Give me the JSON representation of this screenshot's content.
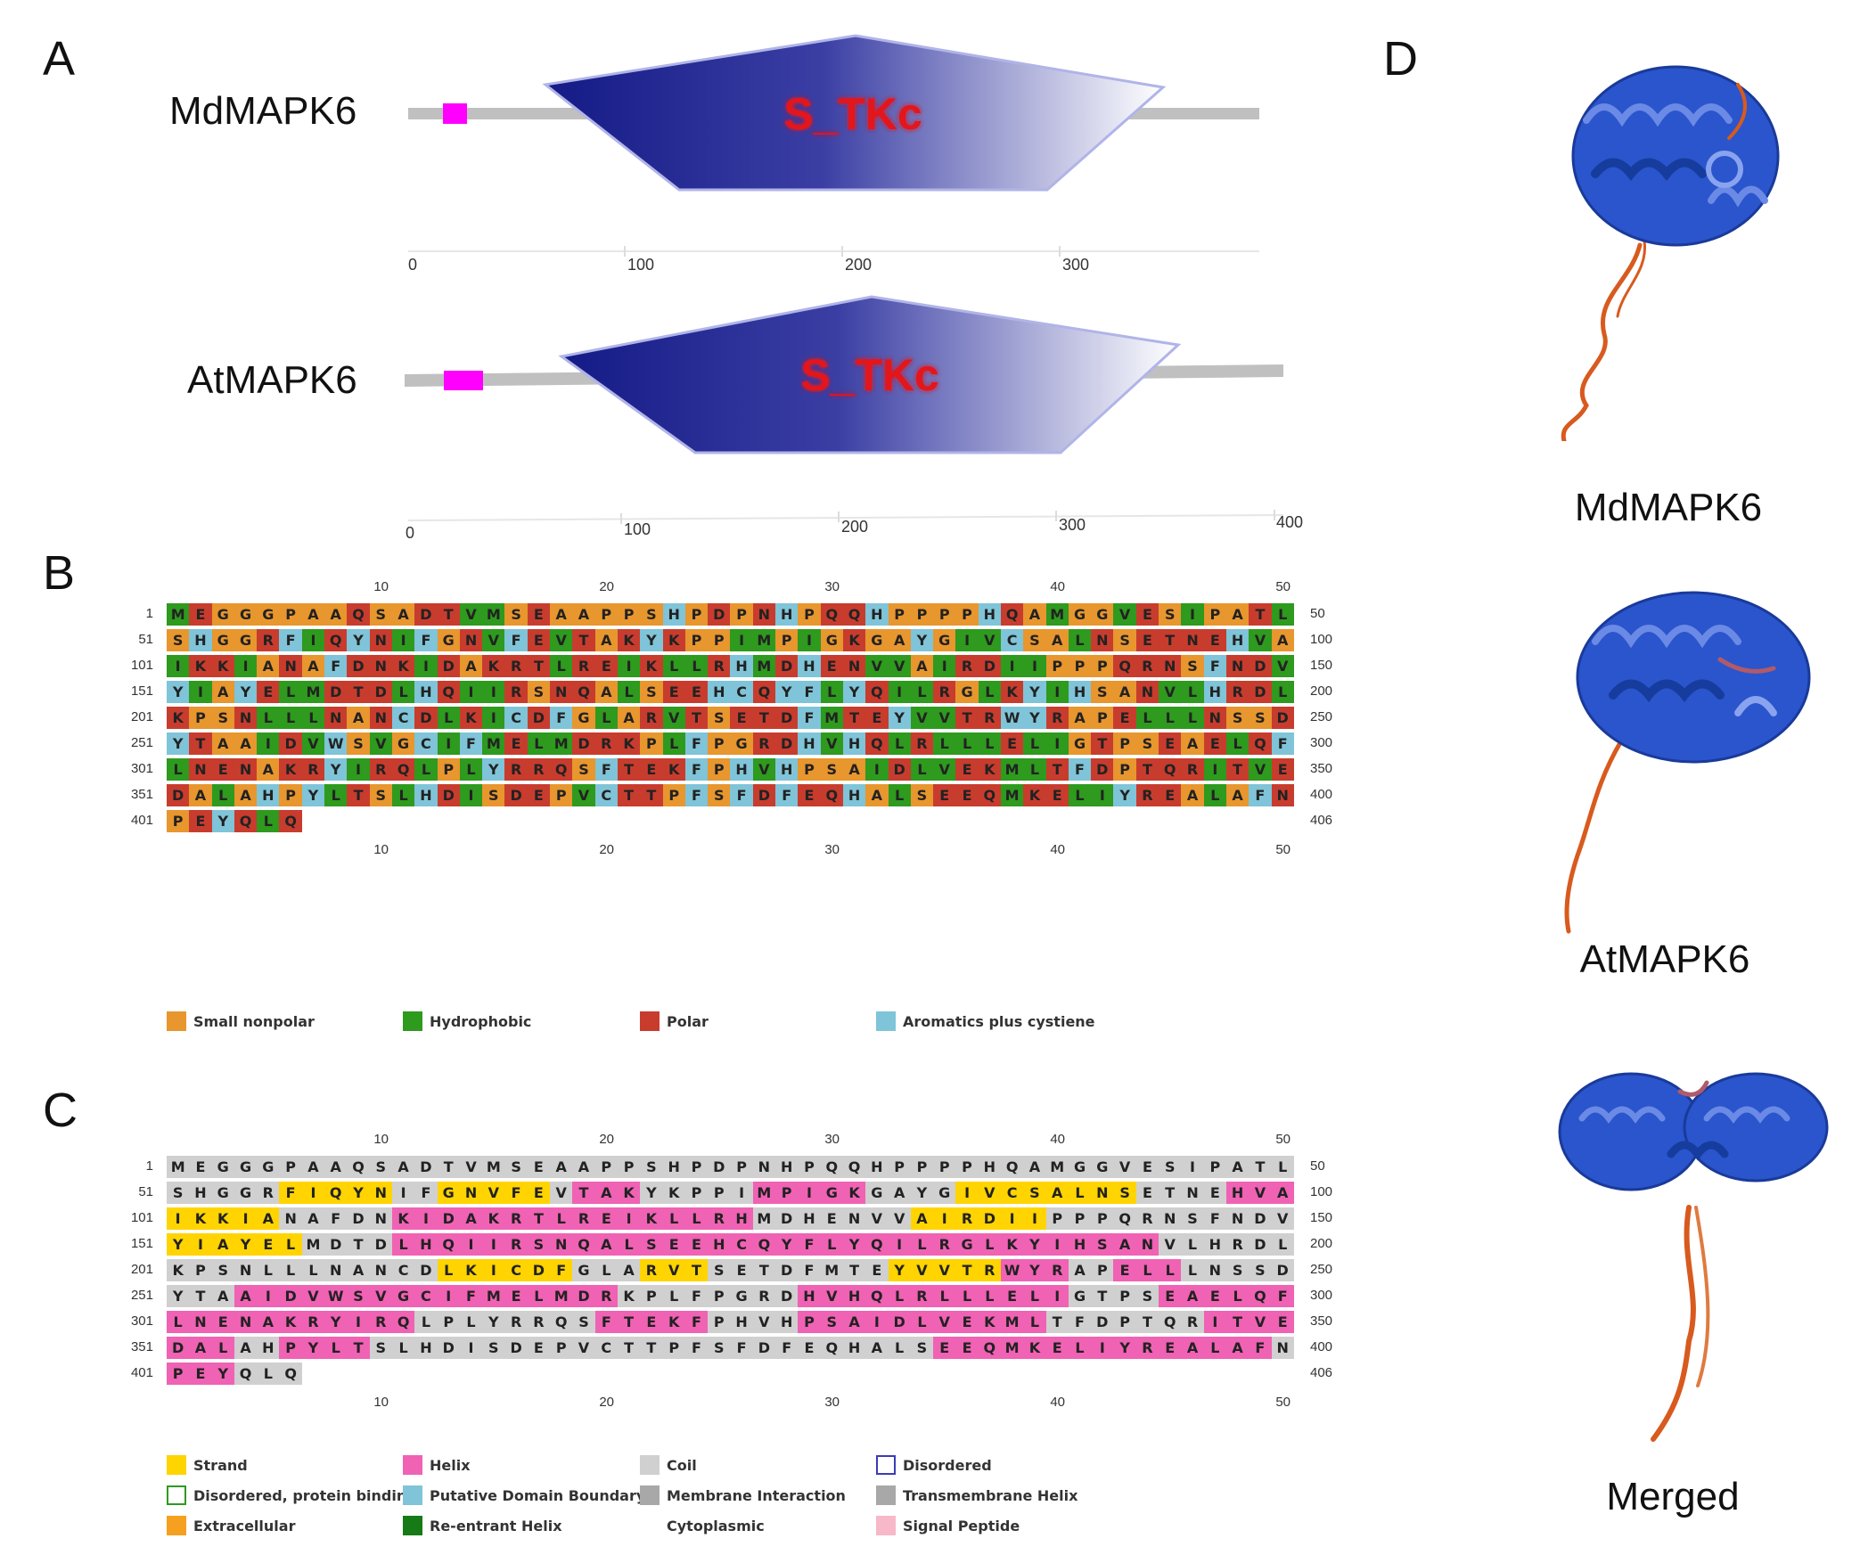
{
  "panels": {
    "a": "A",
    "b": "B",
    "c": "C",
    "d": "D"
  },
  "domain_diagram": {
    "proteins": [
      {
        "name": "MdMAPK6",
        "domain_label": "S_TKc",
        "axis_ticks": [
          "0",
          "100",
          "200",
          "300"
        ]
      },
      {
        "name": "AtMAPK6",
        "domain_label": "S_TKc",
        "axis_ticks": [
          "0",
          "100",
          "200",
          "300",
          "400"
        ]
      }
    ],
    "colors": {
      "domain_dark": "#1a1f8a",
      "domain_light": "#ffffff",
      "label": "#e3161b",
      "motif": "#ff00ff",
      "backbone": "#c0c0c0"
    }
  },
  "sequence": {
    "rows": [
      {
        "start": "1",
        "end": "50",
        "seq": "MEGGGPAAQSADTVMSEAAPPSHPDPNHPQQHPPPPHQAMGGVESIPATL"
      },
      {
        "start": "51",
        "end": "100",
        "seq": "SHGGRFIQYNIFGNVFEVTAKYKPPIMPIGKGAYGIVCSALNSETNEHVA"
      },
      {
        "start": "101",
        "end": "150",
        "seq": "IKKIANAFDNKIDAKRTLREIKLLRHMDHENVVAIRDIIPPPQRNSFNDV"
      },
      {
        "start": "151",
        "end": "200",
        "seq": "YIAYELMDTDLHQIIRSNQALSEEHCQYFLYQILRGLKYIHSANVLHRDL"
      },
      {
        "start": "201",
        "end": "250",
        "seq": "KPSNLLLNANCDLKICDFGLARVTSETDFMTEYVVTRWYRAPELLLNSSD"
      },
      {
        "start": "251",
        "end": "300",
        "seq": "YTAAIDVWSVGCIFMELMDRKPLFPGRDHVHQLRLLLELIGTPSEAELQF"
      },
      {
        "start": "301",
        "end": "350",
        "seq": "LNENAKRYIRQLPLYRRQSFTEKFPHVHPSAIDLVEKMLTFDPTQRITVE"
      },
      {
        "start": "351",
        "end": "400",
        "seq": "DALAHPYLTSLHDISDEPVCTTPFSFDFEQHALSEEQMKELIYREALAFN"
      },
      {
        "start": "401",
        "end": "406",
        "seq": "PEYQLQ"
      }
    ],
    "column_ticks": [
      "10",
      "20",
      "30",
      "40",
      "50"
    ]
  },
  "panel_b_legend": [
    {
      "label": "Small nonpolar",
      "color": "#e8962e"
    },
    {
      "label": "Hydrophobic",
      "color": "#2e9a1e"
    },
    {
      "label": "Polar",
      "color": "#c83c2e"
    },
    {
      "label": "Aromatics plus cystiene",
      "color": "#7fc4d8"
    }
  ],
  "panel_c": {
    "ss": [
      "CCCCCCCCCCCCCCCCCCCCCCCCCCCCCCCCCCCCCCCCCCCCCCCCCC",
      "CCCCCEEEEECCEEEEECHHHCCCCCHHHHHCCCCEEEEEEEECCCCHHH",
      "EEEEECCCCCHHHHHHHHHHHHHHHHCCCCCCCEEEEEECCCCCCCCCCCE",
      "EEEEEECCCCHHHHHHHHHHHHHHHHHHHHHHHHHHHHHHHHHHCCCCCCC",
      "CCCCCCCCCCCCEEEEEECCCEEECCCCCCCCEEEEEHHHCCHHHCCCCC",
      "CCCHHHHHHHHHHHHHHHHHCCCCCCCCHHHHHHHHHHHHCCCCHHHHHH",
      "HHHHHHHHHHHCCCCCCCCHHHHHCCCCHHHHHHHHHHHCCCCCCCHHHH",
      "HHHCCHHHHCCCCCCCCCCCCCCCCCCCCCCCCCHHHHHHHHHHHHHHHC",
      "HHHCCC"
    ],
    "legend": [
      {
        "label": "Strand",
        "color": "#ffd400",
        "style": "fill"
      },
      {
        "label": "Helix",
        "color": "#f062b4",
        "style": "fill"
      },
      {
        "label": "Coil",
        "color": "#d0d0d0",
        "style": "fill"
      },
      {
        "label": "Disordered",
        "color": "#3b3bb8",
        "style": "outline"
      },
      {
        "label": "Disordered, protein binding",
        "color": "#2e9a1e",
        "style": "outline"
      },
      {
        "label": "Putative Domain Boundary",
        "color": "#7fc4d8",
        "style": "fill"
      },
      {
        "label": "Membrane Interaction",
        "color": "#a8a8a8",
        "style": "fill"
      },
      {
        "label": "Transmembrane Helix",
        "color": "#a8a8a8",
        "style": "fill"
      },
      {
        "label": "Extracellular",
        "color": "#f5a020",
        "style": "fill"
      },
      {
        "label": "Re-entrant Helix",
        "color": "#167a16",
        "style": "fill"
      },
      {
        "label": "Cytoplasmic",
        "color": "",
        "style": "none"
      },
      {
        "label": "Signal Peptide",
        "color": "#f7b8c8",
        "style": "fill"
      }
    ]
  },
  "panel_d": {
    "labels": [
      "MdMAPK6",
      "AtMAPK6",
      "Merged"
    ],
    "colors": {
      "helix": "#2a55cc",
      "tail": "#d85a1e"
    }
  }
}
